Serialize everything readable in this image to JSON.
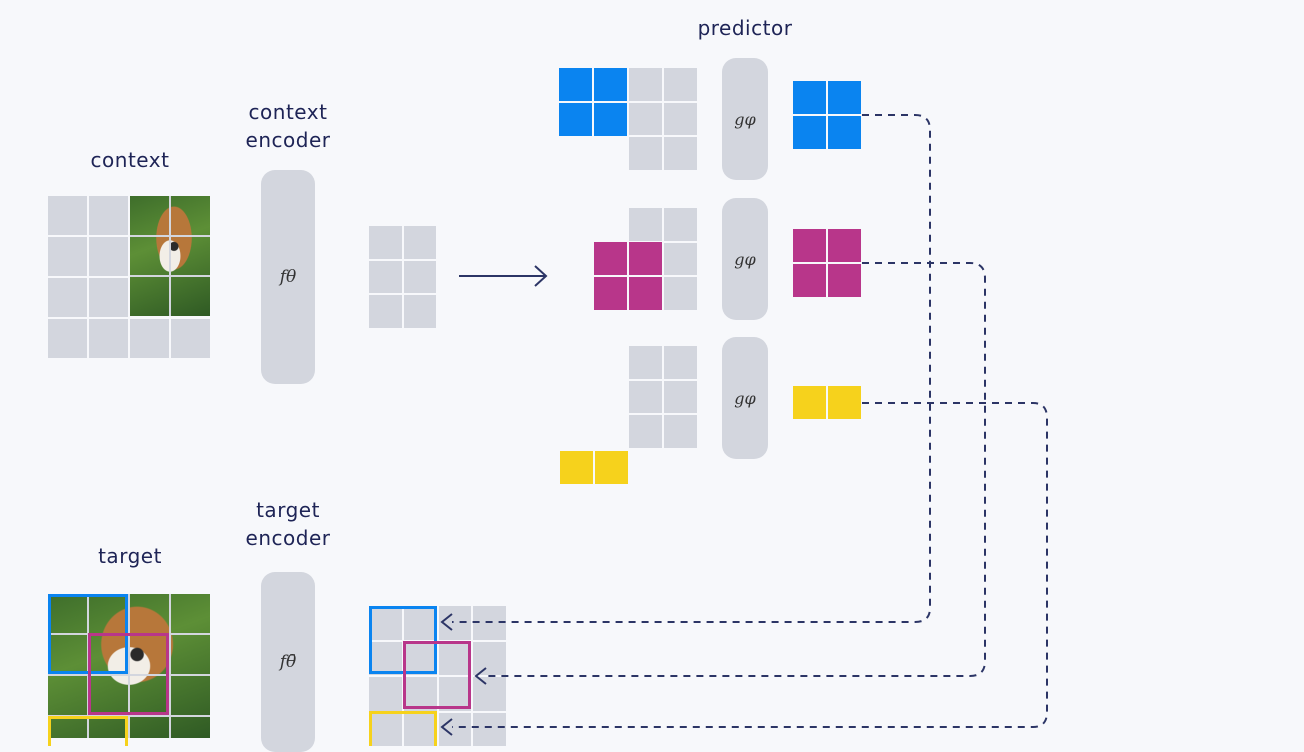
{
  "labels": {
    "context": "context",
    "context_encoder": "context\nencoder",
    "predictor": "predictor",
    "target": "target",
    "target_encoder": "target\nencoder"
  },
  "symbols": {
    "context_encoder": "fθ",
    "target_encoder": "fθ̄",
    "predictor": "gφ"
  },
  "colors": {
    "blue": "#0a84f0",
    "magenta": "#b8368a",
    "yellow": "#f6d21c",
    "grey": "#d3d6de",
    "line": "#2c3566"
  }
}
